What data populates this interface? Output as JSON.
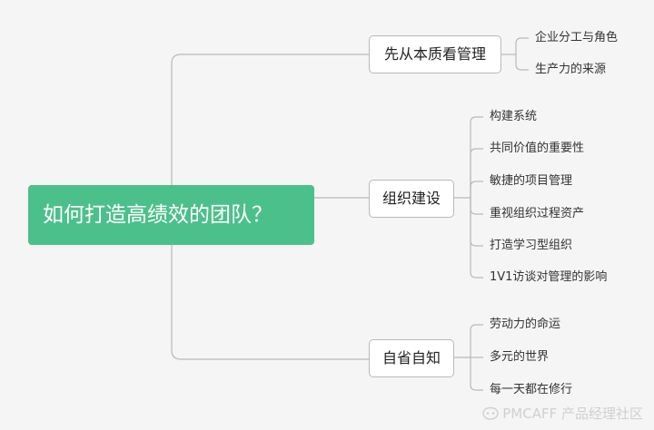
{
  "mindmap": {
    "root": "如何打造高绩效的团队？",
    "branches": [
      {
        "label": "先从本质看管理",
        "children": [
          "企业分工与角色",
          "生产力的来源"
        ]
      },
      {
        "label": "组织建设",
        "children": [
          "构建系统",
          "共同价值的重要性",
          "敏捷的项目管理",
          "重视组织过程资产",
          "打造学习型组织",
          "1V1访谈对管理的影响"
        ]
      },
      {
        "label": "自省自知",
        "children": [
          "劳动力的命运",
          "多元的世界",
          "每一天都在修行"
        ]
      }
    ]
  },
  "watermark": {
    "text": "PMCAFF 产品经理社区",
    "icon": "pmcaff-logo-icon"
  },
  "colors": {
    "root_bg": "#4cc08a",
    "line": "#b9b9b9",
    "background": "#f5f5f5"
  }
}
